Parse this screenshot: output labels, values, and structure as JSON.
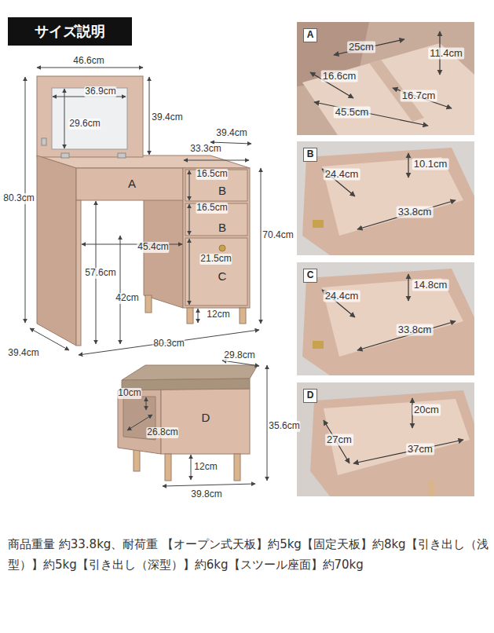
{
  "diagram": {
    "title": "サイズ説明",
    "caption": "商品重量 約33.8kg、耐荷重 【オープン式天板】約5kg【固定天板】約8kg【引き出し（浅型）】約5kg【引き出し（深型）】約6kg【スツール座面】約70kg",
    "nodes": [
      {
        "text": [
          "A"
        ]
      },
      {
        "text": [
          "16.5cm",
          "B"
        ]
      },
      {
        "text": [
          "16.5cm",
          "B"
        ]
      },
      {
        "text": [
          "21.5cm",
          "C"
        ]
      },
      {
        "text": [
          "D"
        ]
      },
      {
        "text": [
          "25cm",
          "11.4cm",
          "16.6cm",
          "16.7cm",
          "45.5cm"
        ]
      },
      {
        "text": [
          "A"
        ],
        "in": 5
      },
      {
        "text": [
          "10.1cm",
          "24.4cm",
          "33.8cm"
        ]
      },
      {
        "text": [
          "B"
        ],
        "in": 7
      },
      {
        "text": [
          "14.8cm",
          "24.4cm",
          "33.8cm"
        ]
      },
      {
        "text": [
          "C"
        ],
        "in": 9
      },
      {
        "text": [
          "20cm",
          "27cm",
          "37cm"
        ]
      },
      {
        "text": [
          "D"
        ],
        "in": 11
      }
    ],
    "labels": [
      "46.6cm",
      "36.9cm",
      "29.6cm",
      "39.4cm",
      "39.4cm",
      "33.3cm",
      "80.3cm",
      "70.4cm",
      "45.4cm",
      "57.6cm",
      "42cm",
      "12cm",
      "39.4cm",
      "80.3cm",
      "29.8cm",
      "10cm",
      "26.8cm",
      "35.6cm",
      "12cm",
      "39.8cm"
    ]
  }
}
